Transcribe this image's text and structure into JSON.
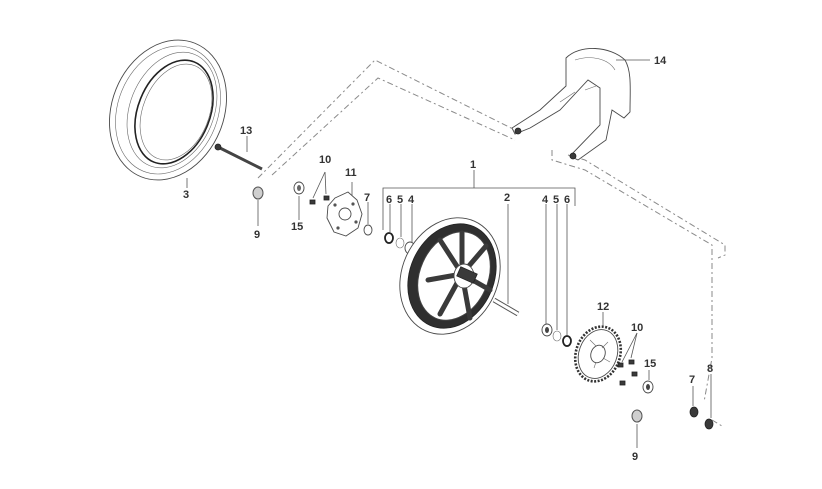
{
  "callouts": {
    "c1": "1",
    "c2": "2",
    "c3": "3",
    "c4a": "4",
    "c4b": "4",
    "c5a": "5",
    "c5b": "5",
    "c6a": "6",
    "c6b": "6",
    "c7a": "7",
    "c7b": "7",
    "c8": "8",
    "c9a": "9",
    "c9b": "9",
    "c10a": "10",
    "c10b": "10",
    "c11": "11",
    "c12": "12",
    "c13": "13",
    "c14": "14",
    "c15a": "15",
    "c15b": "15"
  },
  "colors": {
    "line": "#4a4a4a",
    "dash": "#8a8a8a",
    "text": "#333333"
  }
}
